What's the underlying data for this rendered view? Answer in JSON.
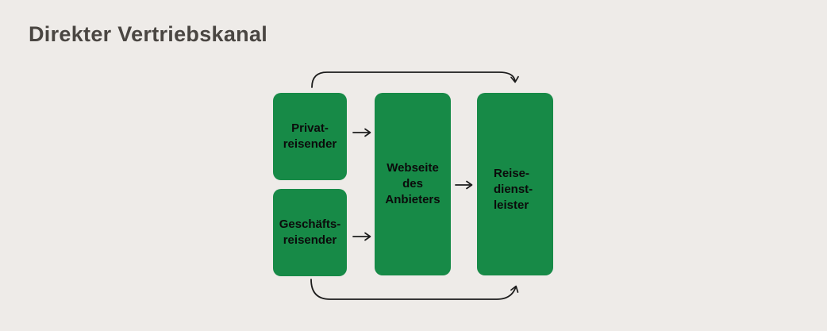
{
  "title": "Direkter Vertriebskanal",
  "colors": {
    "background": "#EEEBE8",
    "title_text": "#4A4642",
    "node_fill": "#178A47",
    "node_text": "#0B0B0B",
    "arrow": "#1C1C1C"
  },
  "diagram": {
    "nodes": [
      {
        "id": "privatreisender",
        "lines": [
          "Privat-",
          "reisender"
        ]
      },
      {
        "id": "geschaeftsreisender",
        "lines": [
          "Geschäfts-",
          "reisender"
        ]
      },
      {
        "id": "webseite-des-anbieters",
        "lines": [
          "Webseite",
          "des",
          "Anbieters"
        ]
      },
      {
        "id": "reisedienstleister",
        "lines": [
          "Reise-",
          "dienst-",
          "leister"
        ]
      }
    ],
    "edges": [
      {
        "from": "privatreisender",
        "to": "webseite-des-anbieters",
        "style": "straight"
      },
      {
        "from": "geschaeftsreisender",
        "to": "webseite-des-anbieters",
        "style": "straight"
      },
      {
        "from": "webseite-des-anbieters",
        "to": "reisedienstleister",
        "style": "straight"
      },
      {
        "from": "privatreisender",
        "to": "reisedienstleister",
        "style": "curved-top-bypass"
      },
      {
        "from": "geschaeftsreisender",
        "to": "reisedienstleister",
        "style": "curved-bottom-bypass"
      }
    ]
  }
}
